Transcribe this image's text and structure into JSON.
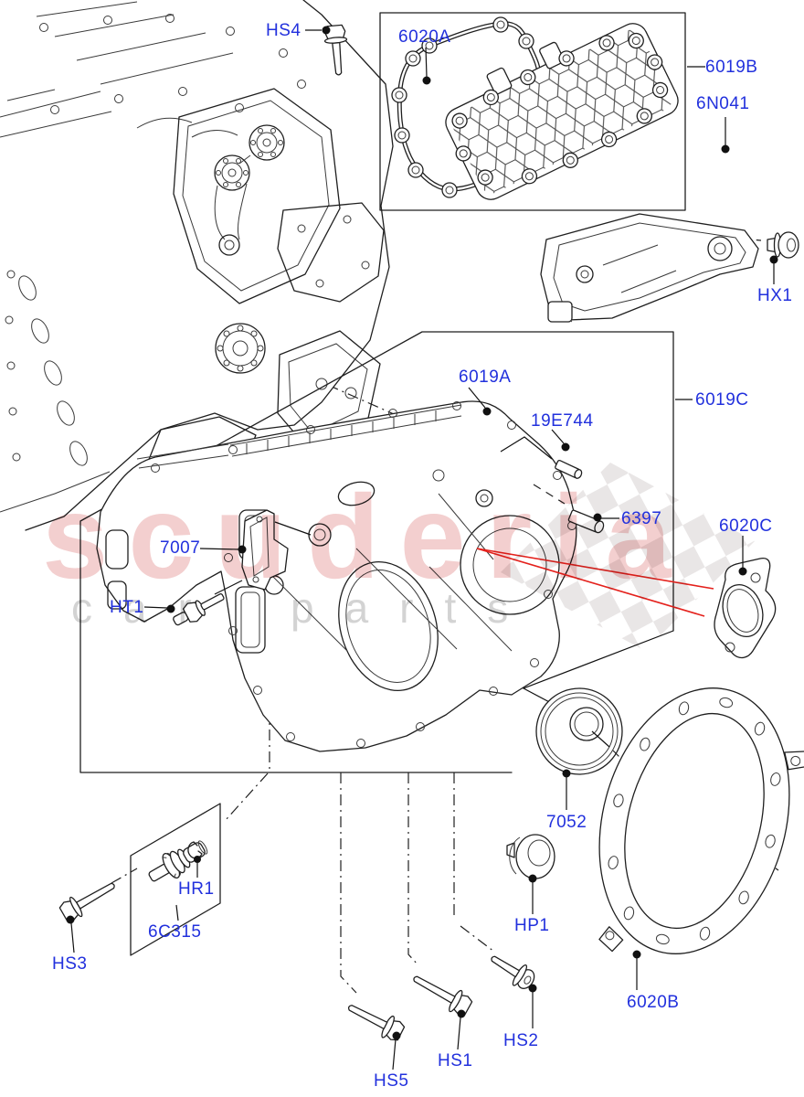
{
  "document": {
    "type": "parts-catalog-exploded-diagram",
    "subject": "engine timing / front covers with gaskets, seals and fixings"
  },
  "labels": {
    "hs4": "HS4",
    "g6020a": "6020A",
    "c6019b": "6019B",
    "b6n041": "6N041",
    "hx1": "HX1",
    "c6019a": "6019A",
    "c6019c": "6019C",
    "p19e744": "19E744",
    "d6397": "6397",
    "g6020c": "6020C",
    "p7007": "7007",
    "ht1": "HT1",
    "s7052": "7052",
    "hp1": "HP1",
    "g6020b": "6020B",
    "hr1": "HR1",
    "s6c315": "6C315",
    "hs3": "HS3",
    "hs5": "HS5",
    "hs1": "HS1",
    "hs2": "HS2"
  },
  "watermark": {
    "line1": "scuderia",
    "line2_left": "car",
    "line2_right": "parts"
  },
  "colors": {
    "label_blue": "#2231dd",
    "line_black": "#1f1f1f",
    "pointer_red": "#e4211c",
    "watermark_pink": "#eebcbc",
    "watermark_gray": "#cfcfcf",
    "checker_gray": "#e9e6e6",
    "background": "#ffffff"
  }
}
